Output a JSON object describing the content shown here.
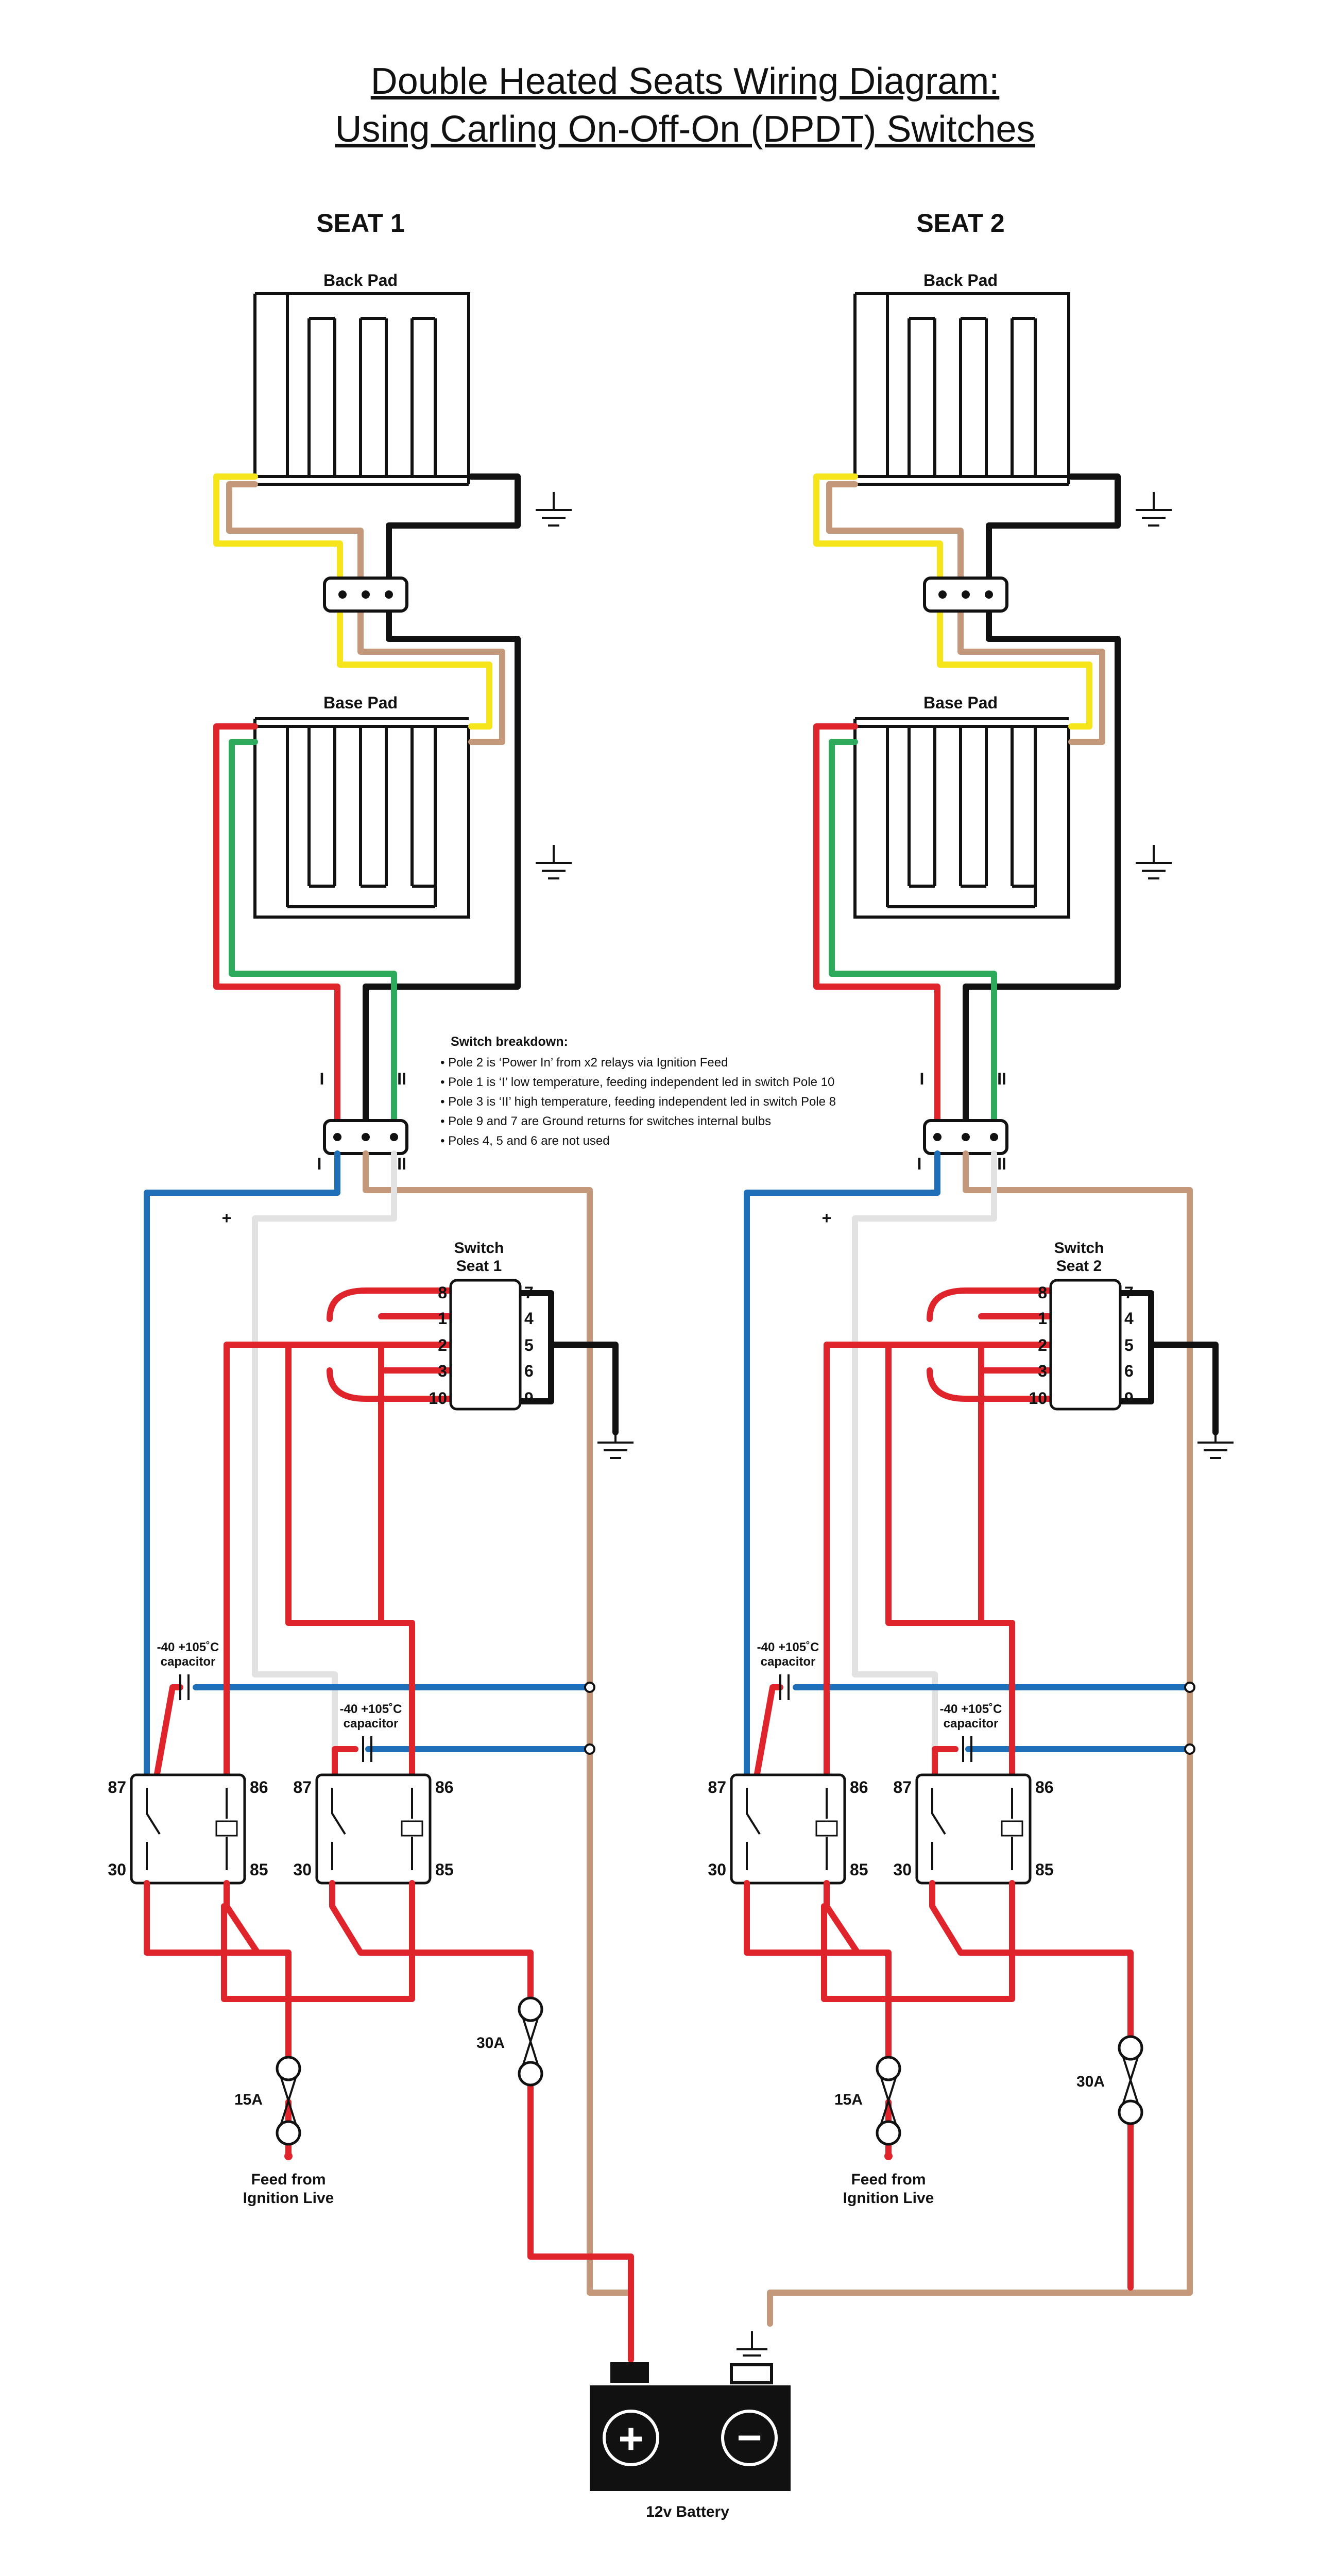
{
  "title": {
    "line1": "Double Heated Seats Wiring Diagram: ",
    "line2": "Using Carling On-Off-On (DPDT) Switches"
  },
  "seats": [
    {
      "title": "SEAT 1",
      "back_pad": "Back Pad",
      "base_pad": "Base Pad",
      "connector_upper_left": "I",
      "connector_upper_right": "II",
      "connector_lower_left": "I",
      "connector_lower_right": "II",
      "plus": "+",
      "switch_label_line1": "Switch",
      "switch_label_line2": "Seat 1",
      "switch_pins_left": [
        "8",
        "1",
        "2",
        "3",
        "10"
      ],
      "switch_pins_right": [
        "7",
        "4",
        "5",
        "6",
        "9"
      ],
      "capacitor_1": {
        "line1": "-40 +105˚C",
        "line2": "capacitor"
      },
      "capacitor_2": {
        "line1": "-40 +105˚C",
        "line2": "capacitor"
      },
      "relay_pins": {
        "p87": "87",
        "p86": "86",
        "p30": "30",
        "p85": "85"
      },
      "fuse_small": "15A",
      "fuse_large": "30A",
      "feed_line1": "Feed from",
      "feed_line2": "Ignition Live"
    },
    {
      "title": "SEAT 2",
      "back_pad": "Back Pad",
      "base_pad": "Base Pad",
      "connector_upper_left": "I",
      "connector_upper_right": "II",
      "connector_lower_left": "I",
      "connector_lower_right": "II",
      "plus": "+",
      "switch_label_line1": "Switch",
      "switch_label_line2": "Seat 2",
      "switch_pins_left": [
        "8",
        "1",
        "2",
        "3",
        "10"
      ],
      "switch_pins_right": [
        "7",
        "4",
        "5",
        "6",
        "9"
      ],
      "capacitor_1": {
        "line1": "-40 +105˚C",
        "line2": "capacitor"
      },
      "capacitor_2": {
        "line1": "-40 +105˚C",
        "line2": "capacitor"
      },
      "relay_pins": {
        "p87": "87",
        "p86": "86",
        "p30": "30",
        "p85": "85"
      },
      "fuse_small": "15A",
      "fuse_large": "30A",
      "feed_line1": "Feed from",
      "feed_line2": "Ignition Live"
    }
  ],
  "switch_breakdown": {
    "heading": "Switch breakdown:",
    "items": [
      "• Pole 2 is ‘Power In’ from x2 relays via Ignition Feed",
      "• Pole 1 is ‘I’ low temperature, feeding independent led in switch Pole 10",
      "• Pole 3 is ‘II’ high temperature, feeding independent led in switch Pole 8",
      "• Pole 9 and 7 are Ground returns for switches internal bulbs",
      "• Poles 4, 5 and 6 are not used"
    ]
  },
  "battery": {
    "label": "12v Battery",
    "plus_symbol": "+",
    "minus_symbol": "−"
  },
  "colors": {
    "red": "#e0242c",
    "blue": "#1f6fb8",
    "brown": "#c4987a",
    "yellow": "#f7e51b",
    "green": "#2eaa5c",
    "grey": "#e2e2e2",
    "black": "#111111"
  }
}
